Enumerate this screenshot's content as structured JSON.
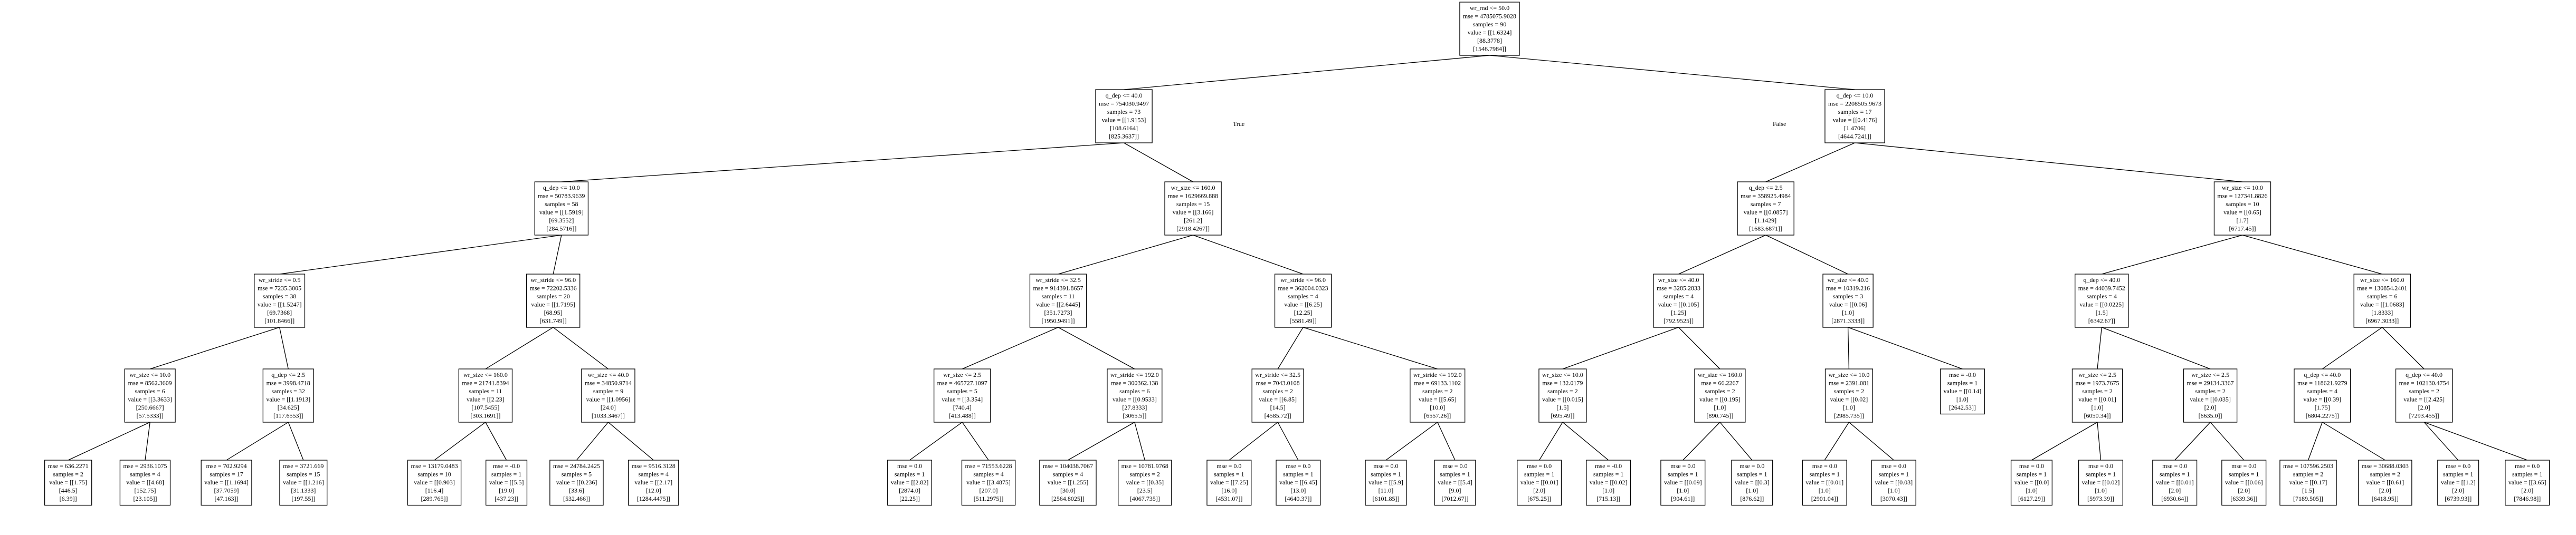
{
  "edge_labels": {
    "true": "True",
    "false": "False"
  },
  "nodes": [
    {
      "id": "n0",
      "lines": [
        "wr_rnd <= 50.0",
        "mse = 4785075.9028",
        "samples = 90",
        "value = [[1.6324]",
        "[88.3778]",
        "[1546.7984]]"
      ]
    },
    {
      "id": "n1",
      "lines": [
        "q_dep <= 40.0",
        "mse = 754030.9497",
        "samples = 73",
        "value = [[1.9153]",
        "[108.6164]",
        "[825.3637]]"
      ]
    },
    {
      "id": "n2",
      "lines": [
        "q_dep <= 10.0",
        "mse = 2208505.9673",
        "samples = 17",
        "value = [[0.4176]",
        "[1.4706]",
        "[4644.7241]]"
      ]
    },
    {
      "id": "n3",
      "lines": [
        "q_dep <= 10.0",
        "mse = 50783.9639",
        "samples = 58",
        "value = [[1.5919]",
        "[69.3552]",
        "[284.5716]]"
      ]
    },
    {
      "id": "n4",
      "lines": [
        "wr_size <= 160.0",
        "mse = 1629669.888",
        "samples = 15",
        "value = [[3.166]",
        "[261.2]",
        "[2918.4267]]"
      ]
    },
    {
      "id": "n5",
      "lines": [
        "q_dep <= 2.5",
        "mse = 358925.4984",
        "samples = 7",
        "value = [[0.0857]",
        "[1.1429]",
        "[1683.6871]]"
      ]
    },
    {
      "id": "n6",
      "lines": [
        "wr_size <= 10.0",
        "mse = 127341.8826",
        "samples = 10",
        "value = [[0.65]",
        "[1.7]",
        "[6717.45]]"
      ]
    },
    {
      "id": "n7",
      "lines": [
        "wr_stride <= 0.5",
        "mse = 7235.3005",
        "samples = 38",
        "value = [[1.5247]",
        "[69.7368]",
        "[101.8466]]"
      ]
    },
    {
      "id": "n8",
      "lines": [
        "wr_stride <= 96.0",
        "mse = 72202.5336",
        "samples = 20",
        "value = [[1.7195]",
        "[68.95]",
        "[631.749]]"
      ]
    },
    {
      "id": "n9",
      "lines": [
        "wr_stride <= 32.5",
        "mse = 914391.8657",
        "samples = 11",
        "value = [[2.6445]",
        "[351.7273]",
        "[1950.9491]]"
      ]
    },
    {
      "id": "n10",
      "lines": [
        "wr_stride <= 96.0",
        "mse = 362004.0323",
        "samples = 4",
        "value = [[6.25]",
        "[12.25]",
        "[5581.49]]"
      ]
    },
    {
      "id": "n11",
      "lines": [
        "wr_size <= 40.0",
        "mse = 3285.2833",
        "samples = 4",
        "value = [[0.105]",
        "[1.25]",
        "[792.9525]]"
      ]
    },
    {
      "id": "n12",
      "lines": [
        "wr_size <= 40.0",
        "mse = 10319.216",
        "samples = 3",
        "value = [[0.06]",
        "[1.0]",
        "[2871.3333]]"
      ]
    },
    {
      "id": "n13",
      "lines": [
        "q_dep <= 40.0",
        "mse = 44039.7452",
        "samples = 4",
        "value = [[0.0225]",
        "[1.5]",
        "[6342.67]]"
      ]
    },
    {
      "id": "n14",
      "lines": [
        "wr_size <= 160.0",
        "mse = 130854.2401",
        "samples = 6",
        "value = [[1.0683]",
        "[1.8333]",
        "[6967.3033]]"
      ]
    },
    {
      "id": "n15",
      "lines": [
        "wr_size <= 10.0",
        "mse = 8562.3609",
        "samples = 6",
        "value = [[3.3633]",
        "[250.6667]",
        "[57.5333]]"
      ]
    },
    {
      "id": "n16",
      "lines": [
        "q_dep <= 2.5",
        "mse = 3998.4718",
        "samples = 32",
        "value = [[1.1913]",
        "[34.625]",
        "[117.6553]]"
      ]
    },
    {
      "id": "n17",
      "lines": [
        "wr_size <= 160.0",
        "mse = 21741.8394",
        "samples = 11",
        "value = [[2.23]",
        "[107.5455]",
        "[303.1691]]"
      ]
    },
    {
      "id": "n18",
      "lines": [
        "wr_size <= 40.0",
        "mse = 34850.9714",
        "samples = 9",
        "value = [[1.0956]",
        "[24.0]",
        "[1033.3467]]"
      ]
    },
    {
      "id": "n19",
      "lines": [
        "wr_size <= 2.5",
        "mse = 465727.1097",
        "samples = 5",
        "value = [[3.354]",
        "[740.4]",
        "[413.488]]"
      ]
    },
    {
      "id": "n20",
      "lines": [
        "wr_stride <= 192.0",
        "mse = 300362.138",
        "samples = 6",
        "value = [[0.9533]",
        "[27.8333]",
        "[3065.5]]"
      ]
    },
    {
      "id": "n21",
      "lines": [
        "wr_stride <= 32.5",
        "mse = 7043.0108",
        "samples = 2",
        "value = [[6.85]",
        "[14.5]",
        "[4585.72]]"
      ]
    },
    {
      "id": "n22",
      "lines": [
        "wr_stride <= 192.0",
        "mse = 69133.1102",
        "samples = 2",
        "value = [[5.65]",
        "[10.0]",
        "[6557.26]]"
      ]
    },
    {
      "id": "n23",
      "lines": [
        "wr_size <= 10.0",
        "mse = 132.0179",
        "samples = 2",
        "value = [[0.015]",
        "[1.5]",
        "[695.49]]"
      ]
    },
    {
      "id": "n24",
      "lines": [
        "wr_size <= 160.0",
        "mse = 66.2267",
        "samples = 2",
        "value = [[0.195]",
        "[1.0]",
        "[890.745]]"
      ]
    },
    {
      "id": "n25",
      "lines": [
        "wr_size <= 10.0",
        "mse = 2391.081",
        "samples = 2",
        "value = [[0.02]",
        "[1.0]",
        "[2985.735]]"
      ]
    },
    {
      "id": "n26",
      "lines": [
        "mse = -0.0",
        "samples = 1",
        "value = [[0.14]",
        "[1.0]",
        "[2642.53]]"
      ]
    },
    {
      "id": "n27",
      "lines": [
        "wr_size <= 2.5",
        "mse = 1973.7675",
        "samples = 2",
        "value = [[0.01]",
        "[1.0]",
        "[6050.34]]"
      ]
    },
    {
      "id": "n28",
      "lines": [
        "wr_size <= 2.5",
        "mse = 29134.3367",
        "samples = 2",
        "value = [[0.035]",
        "[2.0]",
        "[6635.0]]"
      ]
    },
    {
      "id": "n29",
      "lines": [
        "q_dep <= 40.0",
        "mse = 118621.9279",
        "samples = 4",
        "value = [[0.39]",
        "[1.75]",
        "[6804.2275]]"
      ]
    },
    {
      "id": "n30",
      "lines": [
        "q_dep <= 40.0",
        "mse = 102130.4754",
        "samples = 2",
        "value = [[2.425]",
        "[2.0]",
        "[7293.455]]"
      ]
    },
    {
      "id": "n31",
      "lines": [
        "mse = 636.2271",
        "samples = 2",
        "value = [[1.75]",
        "[446.5]",
        "[6.39]]"
      ]
    },
    {
      "id": "n32",
      "lines": [
        "mse = 2936.1075",
        "samples = 4",
        "value = [[4.68]",
        "[152.75]",
        "[23.105]]"
      ]
    },
    {
      "id": "n33",
      "lines": [
        "mse = 702.9294",
        "samples = 17",
        "value = [[1.1694]",
        "[37.7059]",
        "[47.163]]"
      ]
    },
    {
      "id": "n34",
      "lines": [
        "mse = 3721.669",
        "samples = 15",
        "value = [[1.216]",
        "[31.1333]",
        "[197.55]]"
      ]
    },
    {
      "id": "n35",
      "lines": [
        "mse = 13179.0483",
        "samples = 10",
        "value = [[0.903]",
        "[116.4]",
        "[289.765]]"
      ]
    },
    {
      "id": "n36",
      "lines": [
        "mse = -0.0",
        "samples = 1",
        "value = [[5.5]",
        "[19.0]",
        "[437.23]]"
      ]
    },
    {
      "id": "n37",
      "lines": [
        "mse = 24784.2425",
        "samples = 5",
        "value = [[0.236]",
        "[33.6]",
        "[532.466]]"
      ]
    },
    {
      "id": "n38",
      "lines": [
        "mse = 9516.3128",
        "samples = 4",
        "value = [[2.17]",
        "[12.0]",
        "[1284.4475]]"
      ]
    },
    {
      "id": "n39",
      "lines": [
        "mse = 0.0",
        "samples = 1",
        "value = [[2.82]",
        "[2874.0]",
        "[22.25]]"
      ]
    },
    {
      "id": "n40",
      "lines": [
        "mse = 71553.6228",
        "samples = 4",
        "value = [[3.4875]",
        "[207.0]",
        "[511.2975]]"
      ]
    },
    {
      "id": "n41",
      "lines": [
        "mse = 104038.7067",
        "samples = 4",
        "value = [[1.255]",
        "[30.0]",
        "[2564.8025]]"
      ]
    },
    {
      "id": "n42",
      "lines": [
        "mse = 10781.9768",
        "samples = 2",
        "value = [[0.35]",
        "[23.5]",
        "[4067.735]]"
      ]
    },
    {
      "id": "n43",
      "lines": [
        "mse = 0.0",
        "samples = 1",
        "value = [[7.25]",
        "[16.0]",
        "[4531.07]]"
      ]
    },
    {
      "id": "n44",
      "lines": [
        "mse = 0.0",
        "samples = 1",
        "value = [[6.45]",
        "[13.0]",
        "[4640.37]]"
      ]
    },
    {
      "id": "n45",
      "lines": [
        "mse = 0.0",
        "samples = 1",
        "value = [[5.9]",
        "[11.0]",
        "[6101.85]]"
      ]
    },
    {
      "id": "n46",
      "lines": [
        "mse = 0.0",
        "samples = 1",
        "value = [[5.4]",
        "[9.0]",
        "[7012.67]]"
      ]
    },
    {
      "id": "n47",
      "lines": [
        "mse = 0.0",
        "samples = 1",
        "value = [[0.01]",
        "[2.0]",
        "[675.25]]"
      ]
    },
    {
      "id": "n48",
      "lines": [
        "mse = -0.0",
        "samples = 1",
        "value = [[0.02]",
        "[1.0]",
        "[715.13]]"
      ]
    },
    {
      "id": "n49",
      "lines": [
        "mse = 0.0",
        "samples = 1",
        "value = [[0.09]",
        "[1.0]",
        "[904.61]]"
      ]
    },
    {
      "id": "n50",
      "lines": [
        "mse = 0.0",
        "samples = 1",
        "value = [[0.3]",
        "[1.0]",
        "[876.62]]"
      ]
    },
    {
      "id": "n51",
      "lines": [
        "mse = 0.0",
        "samples = 1",
        "value = [[0.01]",
        "[1.0]",
        "[2901.04]]"
      ]
    },
    {
      "id": "n52",
      "lines": [
        "mse = 0.0",
        "samples = 1",
        "value = [[0.03]",
        "[1.0]",
        "[3070.43]]"
      ]
    },
    {
      "id": "n53",
      "lines": [
        "mse = 0.0",
        "samples = 1",
        "value = [[0.0]",
        "[1.0]",
        "[6127.29]]"
      ]
    },
    {
      "id": "n54",
      "lines": [
        "mse = 0.0",
        "samples = 1",
        "value = [[0.02]",
        "[1.0]",
        "[5973.39]]"
      ]
    },
    {
      "id": "n55",
      "lines": [
        "mse = 0.0",
        "samples = 1",
        "value = [[0.01]",
        "[2.0]",
        "[6930.64]]"
      ]
    },
    {
      "id": "n56",
      "lines": [
        "mse = 0.0",
        "samples = 1",
        "value = [[0.06]",
        "[2.0]",
        "[6339.36]]"
      ]
    },
    {
      "id": "n57",
      "lines": [
        "mse = 107596.2503",
        "samples = 2",
        "value = [[0.17]",
        "[1.5]",
        "[7189.505]]"
      ]
    },
    {
      "id": "n58",
      "lines": [
        "mse = 30688.0303",
        "samples = 2",
        "value = [[0.61]",
        "[2.0]",
        "[6418.95]]"
      ]
    },
    {
      "id": "n59",
      "lines": [
        "mse = 0.0",
        "samples = 1",
        "value = [[1.2]",
        "[2.0]",
        "[6739.93]]"
      ]
    },
    {
      "id": "n60",
      "lines": [
        "mse = 0.0",
        "samples = 1",
        "value = [[3.65]",
        "[2.0]",
        "[7846.98]]"
      ]
    }
  ],
  "edges": [
    [
      "n0",
      "n1"
    ],
    [
      "n0",
      "n2"
    ],
    [
      "n1",
      "n3"
    ],
    [
      "n1",
      "n4"
    ],
    [
      "n2",
      "n5"
    ],
    [
      "n2",
      "n6"
    ],
    [
      "n3",
      "n7"
    ],
    [
      "n3",
      "n8"
    ],
    [
      "n4",
      "n9"
    ],
    [
      "n4",
      "n10"
    ],
    [
      "n5",
      "n11"
    ],
    [
      "n5",
      "n12"
    ],
    [
      "n6",
      "n13"
    ],
    [
      "n6",
      "n14"
    ],
    [
      "n7",
      "n15"
    ],
    [
      "n7",
      "n16"
    ],
    [
      "n8",
      "n17"
    ],
    [
      "n8",
      "n18"
    ],
    [
      "n9",
      "n19"
    ],
    [
      "n9",
      "n20"
    ],
    [
      "n10",
      "n21"
    ],
    [
      "n10",
      "n22"
    ],
    [
      "n11",
      "n23"
    ],
    [
      "n11",
      "n24"
    ],
    [
      "n12",
      "n25"
    ],
    [
      "n12",
      "n26"
    ],
    [
      "n13",
      "n27"
    ],
    [
      "n13",
      "n28"
    ],
    [
      "n14",
      "n29"
    ],
    [
      "n14",
      "n30"
    ],
    [
      "n15",
      "n31"
    ],
    [
      "n15",
      "n32"
    ],
    [
      "n16",
      "n33"
    ],
    [
      "n16",
      "n34"
    ],
    [
      "n17",
      "n35"
    ],
    [
      "n17",
      "n36"
    ],
    [
      "n18",
      "n37"
    ],
    [
      "n18",
      "n38"
    ],
    [
      "n19",
      "n39"
    ],
    [
      "n19",
      "n40"
    ],
    [
      "n20",
      "n41"
    ],
    [
      "n20",
      "n42"
    ],
    [
      "n21",
      "n43"
    ],
    [
      "n21",
      "n44"
    ],
    [
      "n22",
      "n45"
    ],
    [
      "n22",
      "n46"
    ],
    [
      "n23",
      "n47"
    ],
    [
      "n23",
      "n48"
    ],
    [
      "n24",
      "n49"
    ],
    [
      "n24",
      "n50"
    ],
    [
      "n25",
      "n51"
    ],
    [
      "n25",
      "n52"
    ],
    [
      "n27",
      "n53"
    ],
    [
      "n27",
      "n54"
    ],
    [
      "n28",
      "n55"
    ],
    [
      "n28",
      "n56"
    ],
    [
      "n29",
      "n57"
    ],
    [
      "n29",
      "n58"
    ],
    [
      "n30",
      "n59"
    ],
    [
      "n30",
      "n60"
    ]
  ]
}
